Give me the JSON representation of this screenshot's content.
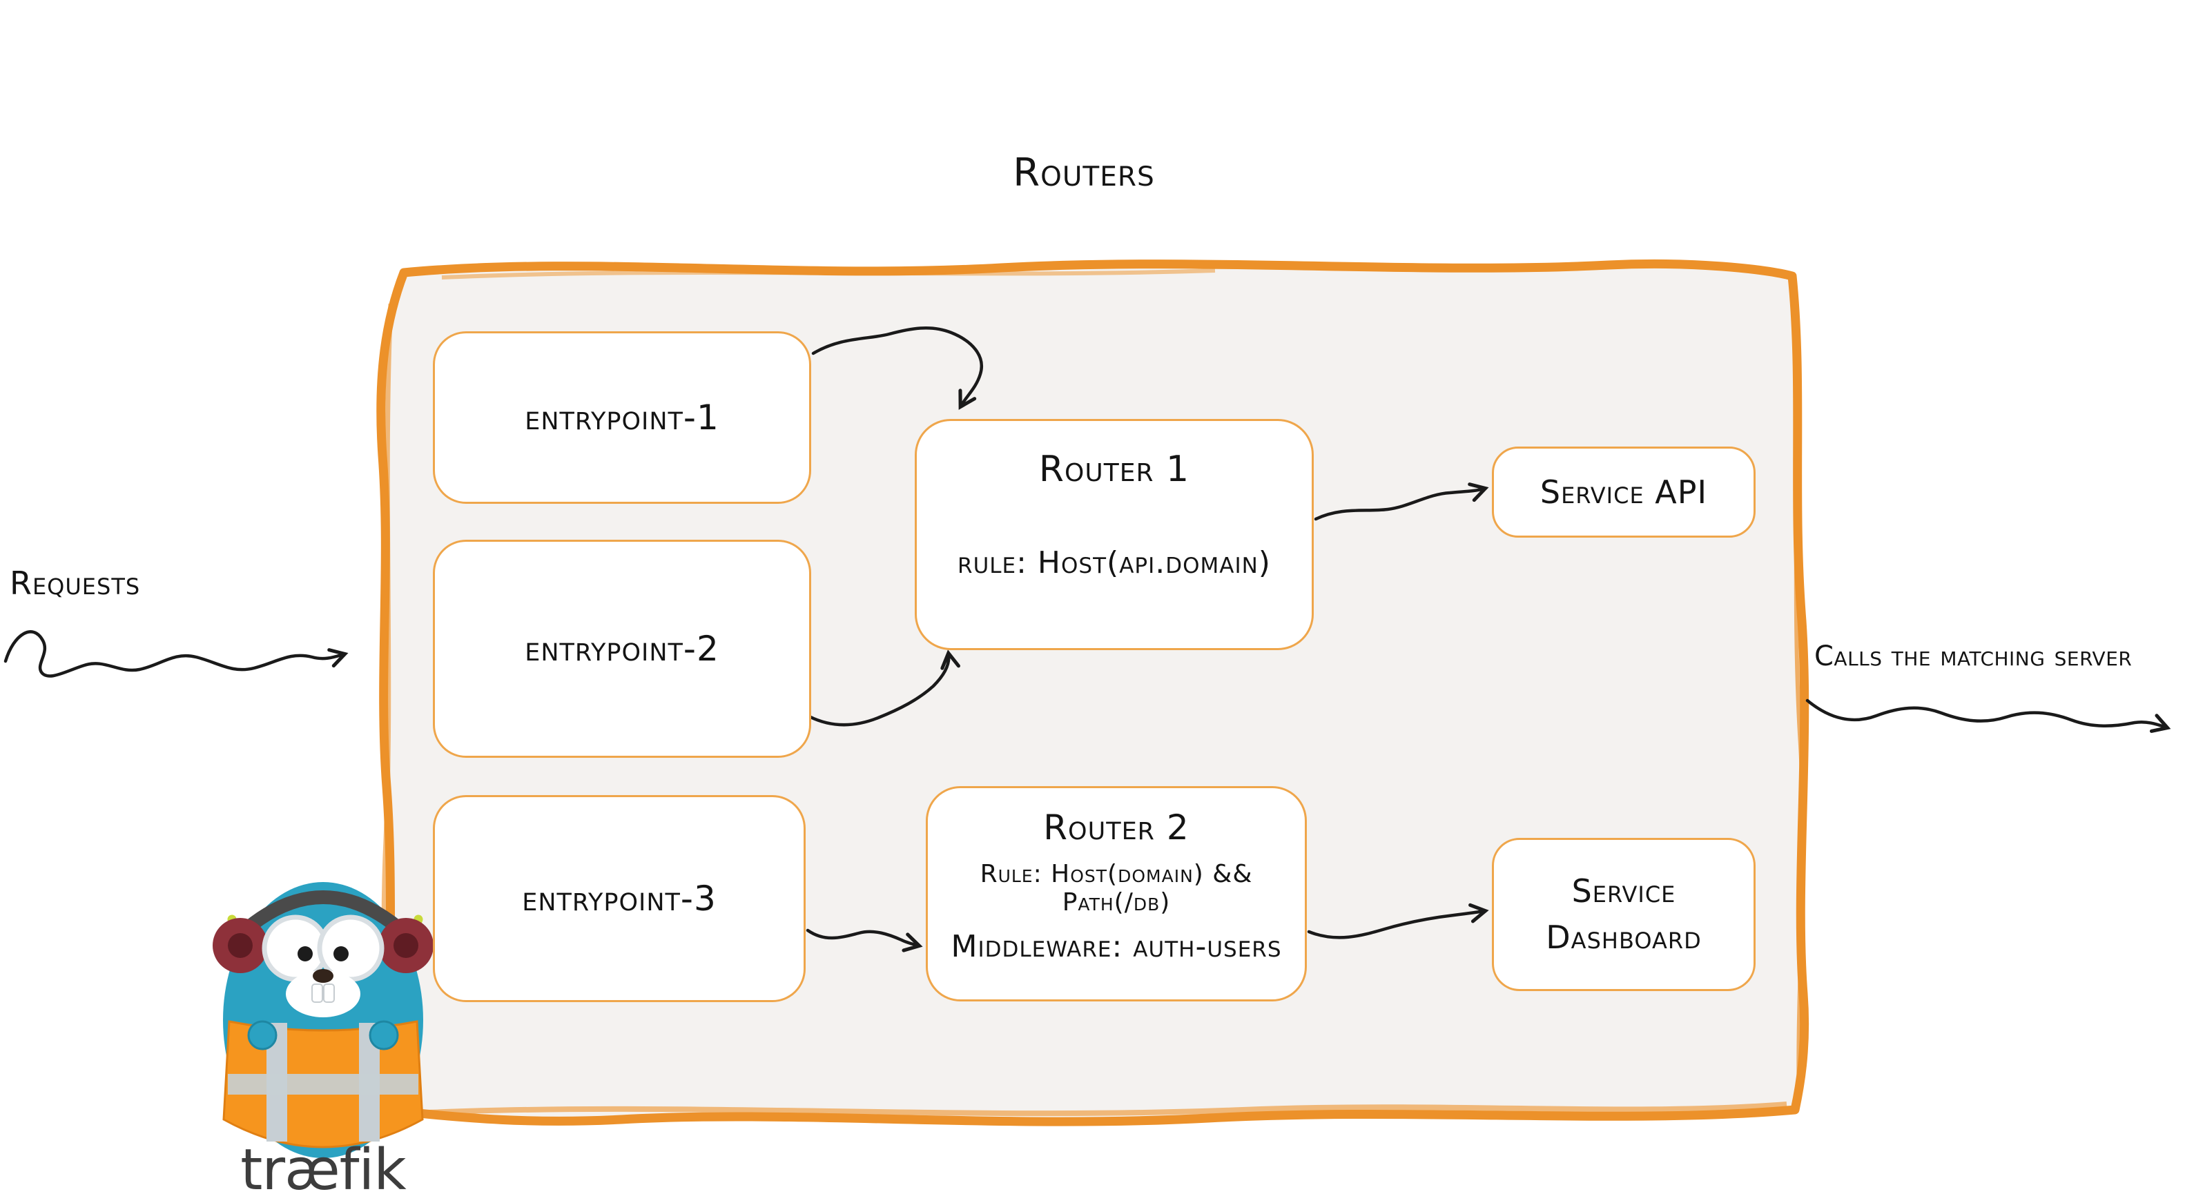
{
  "title": "Routers",
  "left": {
    "requests_label": "Requests"
  },
  "right": {
    "calls_label": "Calls the matching server"
  },
  "entrypoints": [
    {
      "label": "entrypoint-1"
    },
    {
      "label": "entrypoint-2"
    },
    {
      "label": "entrypoint-3"
    }
  ],
  "routers": [
    {
      "title": "Router 1",
      "rule": "rule: Host(api.domain)"
    },
    {
      "title": "Router 2",
      "rule": "Rule: Host(domain) && Path(/db)",
      "middleware": "Middleware: auth-users"
    }
  ],
  "services": [
    {
      "label": "Service API"
    },
    {
      "label": "Service Dashboard"
    }
  ],
  "logo": {
    "text": "træfik"
  },
  "icons": {
    "mascot": "traefik-gopher-mascot",
    "arrow_style": "squiggly-hand-drawn-arrow"
  },
  "colors": {
    "container_border": "#EC912A",
    "box_border": "#EFA64B",
    "container_fill": "#F4F2F0",
    "arrow": "#1A1A1A",
    "mascot_teal": "#2BA2C2",
    "mascot_vest": "#F6951E",
    "logo_text": "#3D3D3D"
  }
}
